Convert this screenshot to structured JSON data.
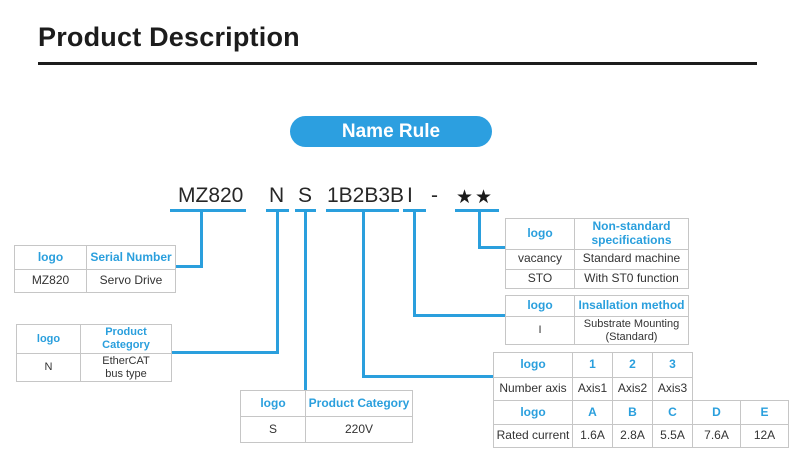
{
  "colors": {
    "accent": "#2a9fdd",
    "pill_bg": "#2c9fe0",
    "title": "#1c1c1c",
    "cell_text": "#333333",
    "table_border": "#c6c6c6"
  },
  "title": "Product Description",
  "badge": "Name Rule",
  "model": {
    "series": "MZ820",
    "bus": "N",
    "voltage": "S",
    "axes": "1B2B3B",
    "install": "I",
    "separator": "-",
    "stars": "★★"
  },
  "tables": {
    "serial": {
      "headers": [
        "logo",
        "Serial Number"
      ],
      "rows": [
        [
          "MZ820",
          "Servo Drive"
        ]
      ]
    },
    "bus": {
      "headers": [
        "logo",
        "Product Category"
      ],
      "rows": [
        [
          "N",
          "EtherCAT bus type"
        ]
      ]
    },
    "voltage": {
      "headers": [
        "logo",
        "Product Category"
      ],
      "rows": [
        [
          "S",
          "220V"
        ]
      ]
    },
    "nonstandard": {
      "headers": [
        "logo",
        "Non-standard specifications"
      ],
      "rows": [
        [
          "vacancy",
          "Standard machine"
        ],
        [
          "STO",
          "With ST0 function"
        ]
      ]
    },
    "install": {
      "headers": [
        "logo",
        "Insallation method"
      ],
      "rows": [
        [
          "I",
          "Substrate Mounting (Standard)"
        ]
      ]
    },
    "axes": {
      "headers": [
        "logo",
        "1",
        "2",
        "3"
      ],
      "rows": [
        [
          "Number axis",
          "Axis1",
          "Axis2",
          "Axis3"
        ]
      ]
    },
    "current": {
      "headers": [
        "logo",
        "A",
        "B",
        "C",
        "D",
        "E"
      ],
      "rows": [
        [
          "Rated current",
          "1.6A",
          "2.8A",
          "5.5A",
          "7.6A",
          "12A"
        ]
      ]
    }
  }
}
